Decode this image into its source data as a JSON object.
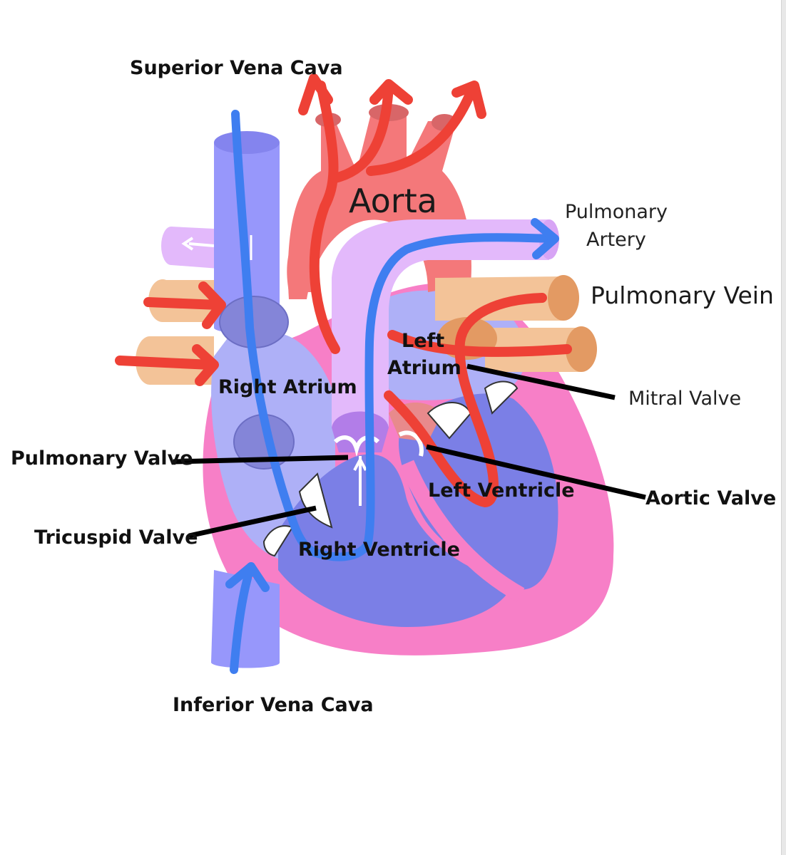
{
  "labels": {
    "superior_vena_cava": "Superior Vena Cava",
    "aorta": "Aorta",
    "pulmonary_artery_line1": "Pulmonary",
    "pulmonary_artery_line2": "Artery",
    "pulmonary_vein": "Pulmonary Vein",
    "left_atrium_line1": "Left",
    "left_atrium_line2": "Atrium",
    "right_atrium": "Right Atrium",
    "mitral_valve": "Mitral Valve",
    "pulmonary_valve": "Pulmonary Valve",
    "aortic_valve": "Aortic Valve",
    "left_ventricle": "Left Ventricle",
    "tricuspid_valve": "Tricuspid Valve",
    "right_ventricle": "Right Ventricle",
    "inferior_vena_cava": "Inferior Vena Cava"
  },
  "colors": {
    "vena_cava": "#9797fb",
    "right_chambers": "#aeb0f7",
    "ventricle_dark": "#7b7fe6",
    "myocardium": "#f77fc7",
    "aorta": "#f4787a",
    "pulmonary_artery": "#e3b9fb",
    "pulmonary_vein": "#f3c398",
    "pulmonary_vein_end": "#e39a63",
    "valve_dark": "#8485d8",
    "oxygenated_flow": "#ee4136",
    "deoxygenated_flow": "#3f7ef0",
    "pointer": "#000000"
  }
}
